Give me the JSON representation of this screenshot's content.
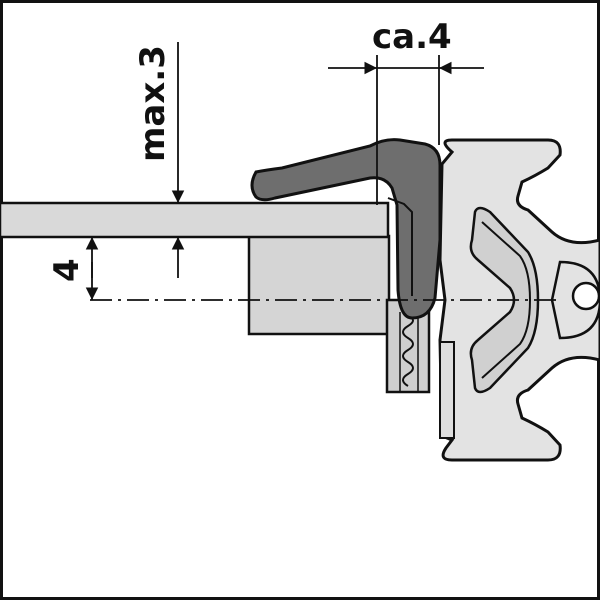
{
  "dimensions": {
    "top_width": "ca.4",
    "gap_max": "max.3",
    "offset": "4"
  },
  "colors": {
    "line": "#111111",
    "seal_dark": "#6f6f6f",
    "seal_light": "#c7c7c7",
    "profile": "#e2e2e2",
    "panel": "#d7d7d7",
    "background": "#ffffff"
  }
}
